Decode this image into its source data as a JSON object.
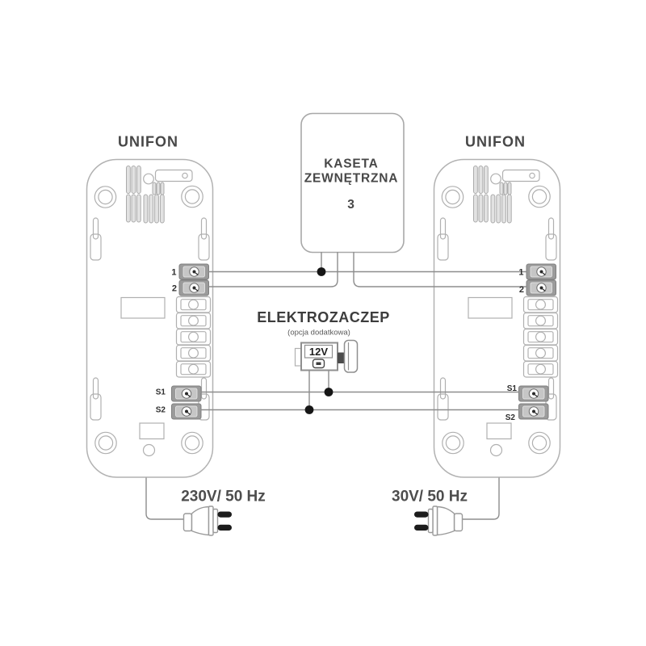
{
  "unifon_left": {
    "title": "UNIFON",
    "power_label": "230V/ 50 Hz"
  },
  "unifon_right": {
    "title": "UNIFON",
    "power_label": "30V/ 50 Hz"
  },
  "terminal_labels": {
    "t1": "1",
    "t2": "2",
    "s1": "S1",
    "s2": "S2"
  },
  "kaseta": {
    "name_line1": "KASETA",
    "name_line2": "ZEWNĘTRZNA",
    "wire_count_label": "3"
  },
  "elektrozaczep": {
    "title": "ELEKTROZACZEP",
    "subtitle": "(opcja dodatkowa)",
    "voltage_label": "12V"
  },
  "colors": {
    "background": "#ffffff",
    "device_outline": "#b2b2b2",
    "wire": "#8d8d8d",
    "junction_dot": "#161616",
    "terminal_fill": "#9b9b9b",
    "text": "#474747",
    "plug_pin": "#1c1c1c"
  }
}
